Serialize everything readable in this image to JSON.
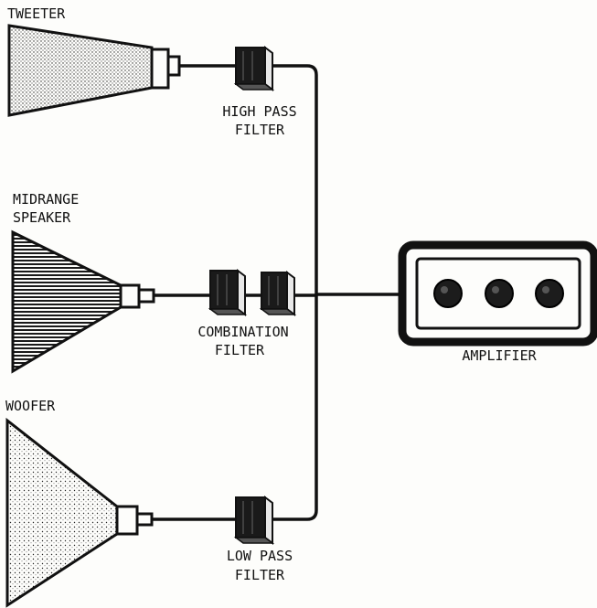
{
  "labels": {
    "tweeter": "TWEETER",
    "midrange_1": "MIDRANGE",
    "midrange_2": "SPEAKER",
    "woofer": "WOOFER",
    "high_pass_1": "HIGH PASS",
    "high_pass_2": "FILTER",
    "combination_1": "COMBINATION",
    "combination_2": "FILTER",
    "low_pass_1": "LOW PASS",
    "low_pass_2": "FILTER",
    "amplifier": "AMPLIFIER"
  },
  "colors": {
    "ink": "#111111",
    "paper": "#fdfdfb",
    "filter_dark": "#1a1a1a",
    "filter_light": "#e8e8e8"
  }
}
